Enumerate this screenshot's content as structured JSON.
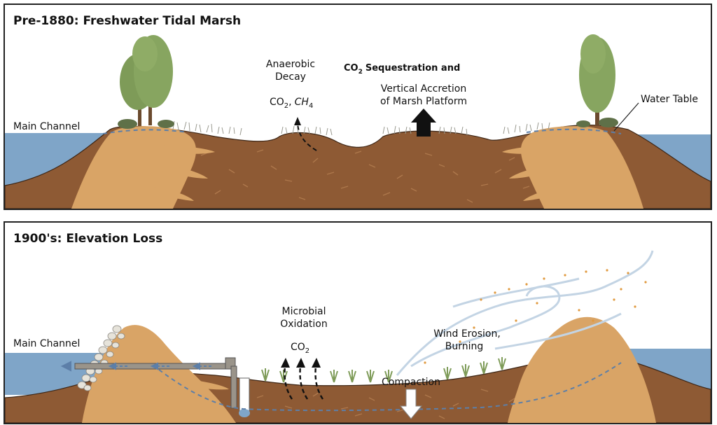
{
  "colors": {
    "water": "#7fa5c8",
    "levee": "#d9a466",
    "peat": "#8e5a34",
    "tree": "#7e9b58",
    "grass": "#c8c8c0",
    "outline": "#222222"
  },
  "panel_top": {
    "title": "Pre-1880: Freshwater Tidal Marsh",
    "main_channel": "Main Channel",
    "anaerobic_decay": [
      "Anaerobic",
      "Decay"
    ],
    "ch4_formula": "CH",
    "ch4_subscript": "4",
    "co2_sequestration": "Sequestration and",
    "vertical_accretion": [
      "Vertical Accretion",
      "of Marsh Platform"
    ],
    "water_table": "Water Table"
  },
  "panel_bottom": {
    "title": "1900's: Elevation Loss",
    "main_channel": "Main Channel",
    "microbial_oxidation": [
      "Microbial",
      "Oxidation"
    ],
    "wind_erosion": [
      "Wind Erosion,",
      "Burning"
    ],
    "compaction": "Compaction"
  },
  "chem": {
    "co2_base": "CO",
    "co2_subscript": "2",
    "comma": ","
  }
}
